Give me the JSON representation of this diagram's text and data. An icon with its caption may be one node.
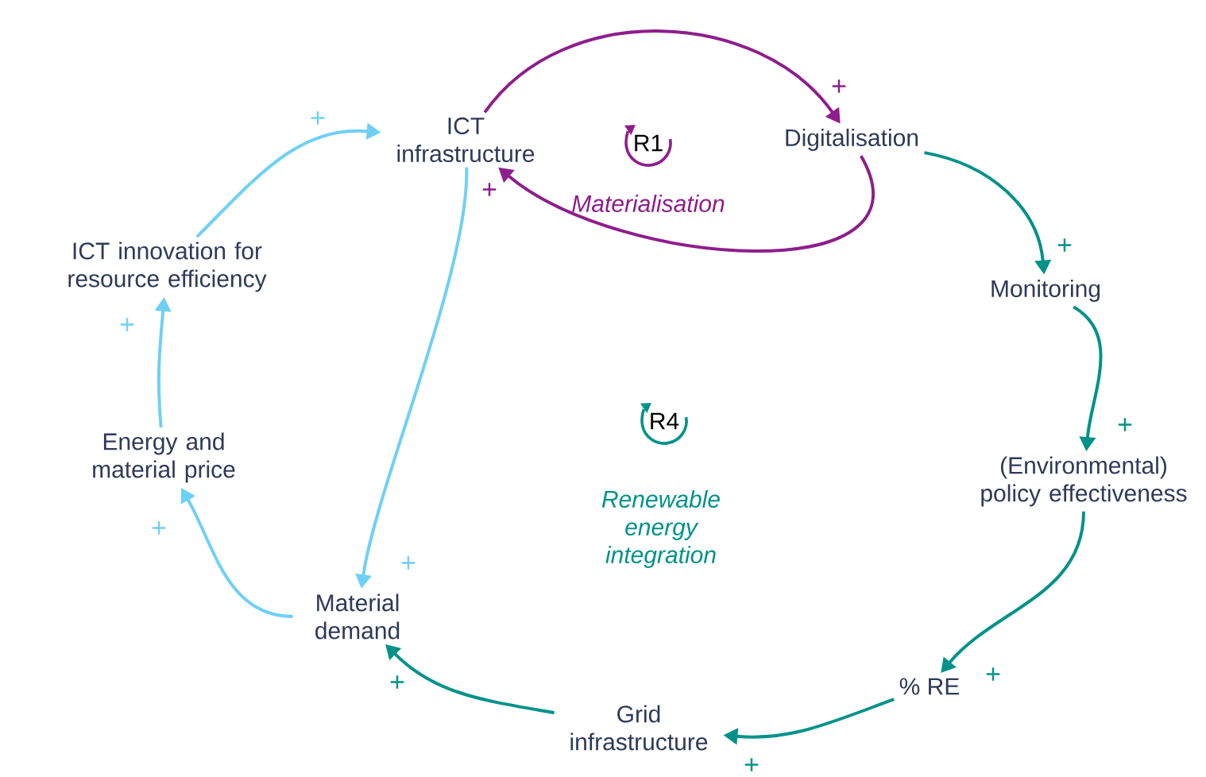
{
  "diagram": {
    "nodes": [
      {
        "text": [
          "ICT infrastructure"
        ]
      },
      {
        "text": [
          "Digitalisation"
        ]
      },
      {
        "text": [
          "Monitoring"
        ]
      },
      {
        "text": [
          "(Environmental) policy effectiveness"
        ]
      },
      {
        "text": [
          "% RE"
        ]
      },
      {
        "text": [
          "Grid infrastructure"
        ]
      },
      {
        "text": [
          "Material demand"
        ]
      },
      {
        "text": [
          "Energy and material price"
        ]
      },
      {
        "text": [
          "ICT innovation for resource efficiency"
        ]
      }
    ],
    "edges": [
      {
        "from": 0,
        "to": 1,
        "arrow": "to",
        "label": "+",
        "color": "#8e1e8c"
      },
      {
        "from": 1,
        "to": 0,
        "arrow": "to",
        "label": "+",
        "color": "#8e1e8c"
      },
      {
        "from": 1,
        "to": 2,
        "arrow": "to",
        "label": "+"
      },
      {
        "from": 2,
        "to": 3,
        "arrow": "to",
        "label": "+"
      },
      {
        "from": 3,
        "to": 4,
        "arrow": "to",
        "label": "+"
      },
      {
        "from": 4,
        "to": 5,
        "arrow": "to",
        "label": "+"
      },
      {
        "from": 5,
        "to": 6,
        "arrow": "to",
        "label": "+"
      },
      {
        "from": 0,
        "to": 6,
        "arrow": "to",
        "label": "+",
        "color": "#6fd0f6"
      },
      {
        "from": 6,
        "to": 7,
        "arrow": "to",
        "label": "+",
        "color": "#6fd0f6"
      },
      {
        "from": 7,
        "to": 8,
        "arrow": "to",
        "label": "+",
        "color": "#6fd0f6"
      },
      {
        "from": 8,
        "to": 0,
        "arrow": "to",
        "label": "+",
        "color": "#6fd0f6"
      }
    ],
    "labels": [
      "R1",
      "Materialisation",
      "R4",
      "Renewable energy integration"
    ]
  }
}
